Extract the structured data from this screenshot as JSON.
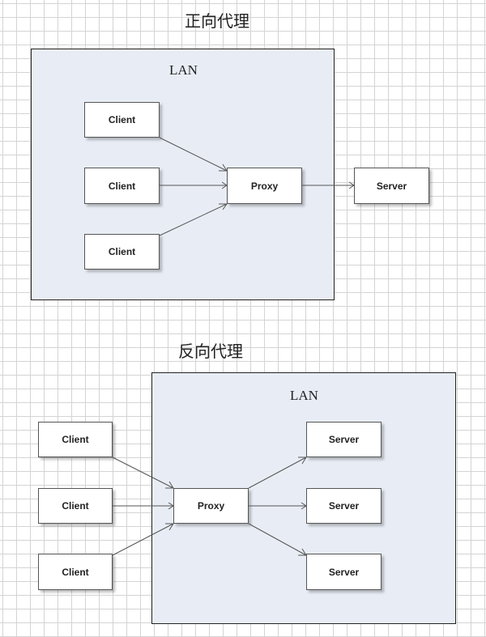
{
  "forward": {
    "title": "正向代理",
    "lan_label": "LAN",
    "clients": [
      "Client",
      "Client",
      "Client"
    ],
    "proxy": "Proxy",
    "server": "Server"
  },
  "reverse": {
    "title": "反向代理",
    "lan_label": "LAN",
    "clients": [
      "Client",
      "Client",
      "Client"
    ],
    "proxy": "Proxy",
    "servers": [
      "Server",
      "Server",
      "Server"
    ]
  },
  "colors": {
    "lan_fill": "#e8edf5",
    "grid": "#d4d4d4",
    "border": "#222222"
  }
}
